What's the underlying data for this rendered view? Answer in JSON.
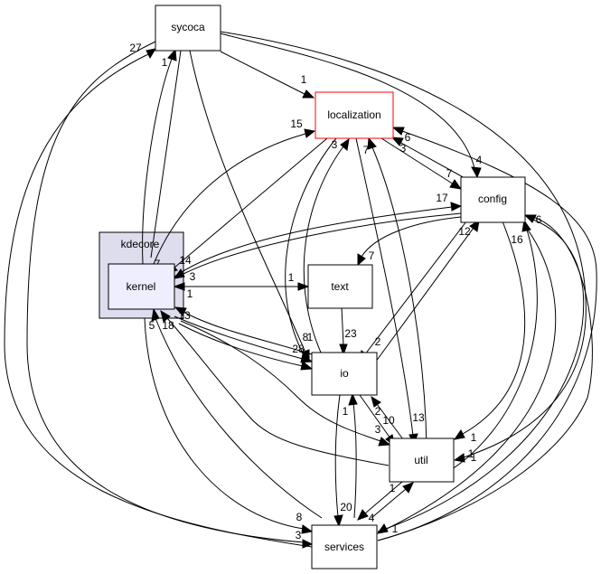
{
  "graph": {
    "cluster": {
      "label": "kdecore",
      "fill": "#ddddee"
    },
    "nodes": {
      "sycoca": {
        "label": "sycoca"
      },
      "localization": {
        "label": "localization",
        "border": "#ff0000"
      },
      "config": {
        "label": "config"
      },
      "kernel": {
        "label": "kernel",
        "fill": "#eeeeff"
      },
      "text": {
        "label": "text"
      },
      "io": {
        "label": "io"
      },
      "util": {
        "label": "util"
      },
      "services": {
        "label": "services"
      }
    },
    "edges": [
      {
        "id": "sycoca-localization",
        "from": "sycoca",
        "to": "localization",
        "count": "1"
      },
      {
        "id": "sycoca-config",
        "from": "sycoca",
        "to": "config",
        "count": "4"
      },
      {
        "id": "sycoca-kernel",
        "from": "sycoca",
        "to": "kernel",
        "count": "7"
      },
      {
        "id": "sycoca-io",
        "from": "sycoca",
        "to": "io",
        "count": "8"
      },
      {
        "id": "sycoca-util",
        "from": "sycoca",
        "to": "util",
        "count": "1"
      },
      {
        "id": "sycoca-services",
        "from": "sycoca",
        "to": "services",
        "count": "3"
      },
      {
        "id": "kernel-sycoca",
        "from": "kernel",
        "to": "sycoca",
        "count": "1"
      },
      {
        "id": "services-sycoca",
        "from": "services",
        "to": "sycoca",
        "count": "27"
      },
      {
        "id": "kernel-localization",
        "from": "kernel",
        "to": "localization",
        "count": "15"
      },
      {
        "id": "localization-kernel",
        "from": "localization",
        "to": "kernel",
        "count": "14"
      },
      {
        "id": "localization-config",
        "from": "localization",
        "to": "config",
        "count": "7"
      },
      {
        "id": "config-localization",
        "from": "config",
        "to": "localization",
        "count": "3"
      },
      {
        "id": "services-localization",
        "from": "services",
        "to": "localization",
        "count": "6"
      },
      {
        "id": "io-localization",
        "from": "io",
        "to": "localization",
        "count": "2"
      },
      {
        "id": "util-localization",
        "from": "util",
        "to": "localization",
        "count": "3"
      },
      {
        "id": "localization-io",
        "from": "localization",
        "to": "io",
        "count": "7"
      },
      {
        "id": "localization-util",
        "from": "localization",
        "to": "util",
        "count": "1"
      },
      {
        "id": "kernel-config",
        "from": "kernel",
        "to": "config",
        "count": "13"
      },
      {
        "id": "config-kernel",
        "from": "config",
        "to": "kernel",
        "count": "17"
      },
      {
        "id": "config-text",
        "from": "config",
        "to": "text",
        "count": "3"
      },
      {
        "id": "io-config",
        "from": "io",
        "to": "config",
        "count": "7"
      },
      {
        "id": "config-io",
        "from": "config",
        "to": "io",
        "count": "12"
      },
      {
        "id": "util-config",
        "from": "util",
        "to": "config",
        "count": "2"
      },
      {
        "id": "services-config",
        "from": "services",
        "to": "config",
        "count": "16"
      },
      {
        "id": "config-util",
        "from": "config",
        "to": "util",
        "count": "6"
      },
      {
        "id": "kernel-text",
        "from": "kernel",
        "to": "text",
        "count": "1"
      },
      {
        "id": "text-kernel",
        "from": "text",
        "to": "kernel",
        "count": "1"
      },
      {
        "id": "text-io",
        "from": "text",
        "to": "io",
        "count": "1"
      },
      {
        "id": "io-kernel",
        "from": "io",
        "to": "kernel",
        "count": "23"
      },
      {
        "id": "kernel-io",
        "from": "kernel",
        "to": "io",
        "count": "13"
      },
      {
        "id": "util-kernel",
        "from": "util",
        "to": "kernel",
        "count": "28"
      },
      {
        "id": "services-kernel",
        "from": "services",
        "to": "kernel",
        "count": "18"
      },
      {
        "id": "kernel-util",
        "from": "kernel",
        "to": "util",
        "count": "5"
      },
      {
        "id": "kernel-services",
        "from": "kernel",
        "to": "services",
        "count": "3"
      },
      {
        "id": "io-util",
        "from": "io",
        "to": "util",
        "count": "8"
      },
      {
        "id": "util-io",
        "from": "util",
        "to": "io",
        "count": "10"
      },
      {
        "id": "io-services",
        "from": "io",
        "to": "services",
        "count": "2"
      },
      {
        "id": "services-io",
        "from": "services",
        "to": "io",
        "count": "20"
      },
      {
        "id": "util-services",
        "from": "util",
        "to": "services",
        "count": "1"
      },
      {
        "id": "services-util",
        "from": "services",
        "to": "util",
        "count": "4"
      },
      {
        "id": "config-services",
        "from": "config",
        "to": "services",
        "count": "1"
      },
      {
        "id": "services-util2",
        "from": "services",
        "to": "util",
        "count": "1"
      }
    ]
  }
}
